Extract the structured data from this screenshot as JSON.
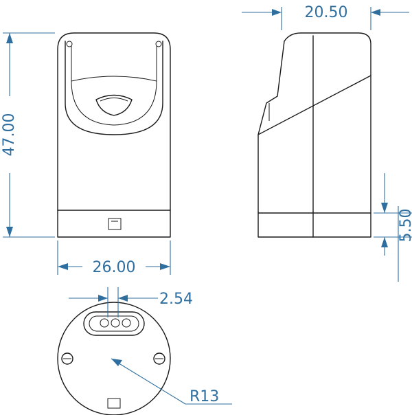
{
  "dimensions": {
    "top_width": "20.50",
    "height": "47.00",
    "base_width": "26.00",
    "base_height": "5.50",
    "pin_pitch": "2.54",
    "radius": "R13"
  },
  "colors": {
    "dimension": "#2f6fa0",
    "outline": "#1a1a1a",
    "background": "#ffffff"
  }
}
